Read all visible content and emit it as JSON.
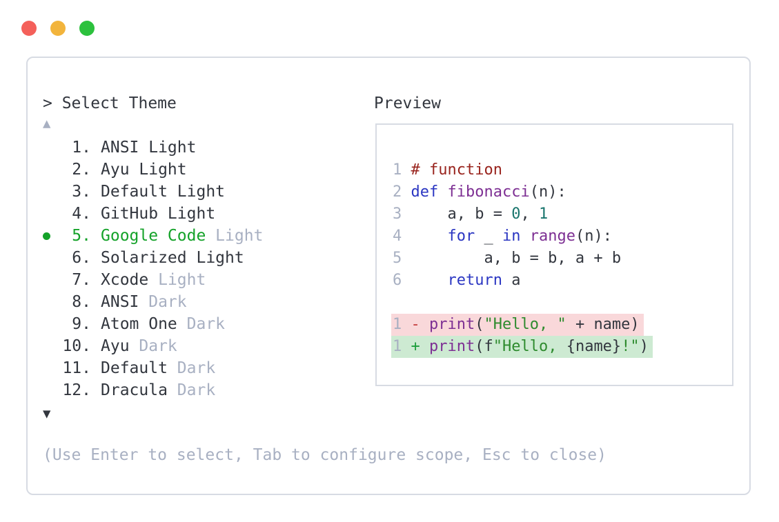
{
  "colors": {
    "text": "#32363e",
    "muted": "#a8b0c2",
    "accent_green": "#14a229",
    "border": "#d7dbe3",
    "comment": "#99241e",
    "keyword": "#2b36c2",
    "function_name": "#7d2f93",
    "literal": "#19756d",
    "string": "#2e8b2e",
    "del_sign": "#c43c3c",
    "ins_sign": "#1d9e3c",
    "del_bg": "#f9d8da",
    "ins_bg": "#cdead2",
    "tl_red": "#f4605a",
    "tl_yellow": "#f2b43c",
    "tl_green": "#2cc13d"
  },
  "window_controls": {
    "close": "#f4605a",
    "minimize": "#f2b43c",
    "maximize": "#2cc13d"
  },
  "picker": {
    "prompt": "> Select Theme",
    "scroll_up": "▲",
    "scroll_down": "▼",
    "hint": "(Use Enter to select, Tab to configure scope, Esc to close)",
    "items": [
      {
        "number": "1.",
        "name": "ANSI Light",
        "variant": "",
        "selected": false
      },
      {
        "number": "2.",
        "name": "Ayu Light",
        "variant": "",
        "selected": false
      },
      {
        "number": "3.",
        "name": "Default Light",
        "variant": "",
        "selected": false
      },
      {
        "number": "4.",
        "name": "GitHub Light",
        "variant": "",
        "selected": false
      },
      {
        "number": "5.",
        "name": "Google Code",
        "variant": "Light",
        "selected": true
      },
      {
        "number": "6.",
        "name": "Solarized Light",
        "variant": "",
        "selected": false
      },
      {
        "number": "7.",
        "name": "Xcode",
        "variant": "Light",
        "selected": false
      },
      {
        "number": "8.",
        "name": "ANSI",
        "variant": "Dark",
        "selected": false
      },
      {
        "number": "9.",
        "name": "Atom One",
        "variant": "Dark",
        "selected": false
      },
      {
        "number": "10.",
        "name": "Ayu",
        "variant": "Dark",
        "selected": false
      },
      {
        "number": "11.",
        "name": "Default",
        "variant": "Dark",
        "selected": false
      },
      {
        "number": "12.",
        "name": "Dracula",
        "variant": "Dark",
        "selected": false
      }
    ]
  },
  "preview": {
    "label": "Preview",
    "lines": [
      {
        "num": "1",
        "tokens": [
          {
            "t": "# function",
            "c": "comment"
          }
        ]
      },
      {
        "num": "2",
        "tokens": [
          {
            "t": "def",
            "c": "kw"
          },
          {
            "t": " ",
            "c": "plain"
          },
          {
            "t": "fibonacci",
            "c": "fn"
          },
          {
            "t": "(n):",
            "c": "plain"
          }
        ]
      },
      {
        "num": "3",
        "tokens": [
          {
            "t": "    a, b = ",
            "c": "plain"
          },
          {
            "t": "0",
            "c": "num"
          },
          {
            "t": ", ",
            "c": "plain"
          },
          {
            "t": "1",
            "c": "num"
          }
        ]
      },
      {
        "num": "4",
        "tokens": [
          {
            "t": "    ",
            "c": "plain"
          },
          {
            "t": "for",
            "c": "kw"
          },
          {
            "t": " _ ",
            "c": "plain"
          },
          {
            "t": "in",
            "c": "kw"
          },
          {
            "t": " ",
            "c": "plain"
          },
          {
            "t": "range",
            "c": "fn"
          },
          {
            "t": "(n):",
            "c": "plain"
          }
        ]
      },
      {
        "num": "5",
        "tokens": [
          {
            "t": "        a, b = b, a + b",
            "c": "plain"
          }
        ]
      },
      {
        "num": "6",
        "tokens": [
          {
            "t": "    ",
            "c": "plain"
          },
          {
            "t": "return",
            "c": "kw"
          },
          {
            "t": " a",
            "c": "plain"
          }
        ]
      },
      {
        "spacer": true
      },
      {
        "num": "1",
        "diff": "del",
        "tokens": [
          {
            "t": "- ",
            "c": "del"
          },
          {
            "t": "print",
            "c": "fn"
          },
          {
            "t": "(",
            "c": "plain"
          },
          {
            "t": "\"Hello, \"",
            "c": "str"
          },
          {
            "t": " + name)",
            "c": "plain"
          }
        ]
      },
      {
        "num": "1",
        "diff": "ins",
        "tokens": [
          {
            "t": "+ ",
            "c": "ins"
          },
          {
            "t": "print",
            "c": "fn"
          },
          {
            "t": "(f",
            "c": "plain"
          },
          {
            "t": "\"Hello, ",
            "c": "str"
          },
          {
            "t": "{name}",
            "c": "plain"
          },
          {
            "t": "!\"",
            "c": "str"
          },
          {
            "t": ")",
            "c": "plain"
          }
        ]
      }
    ]
  }
}
